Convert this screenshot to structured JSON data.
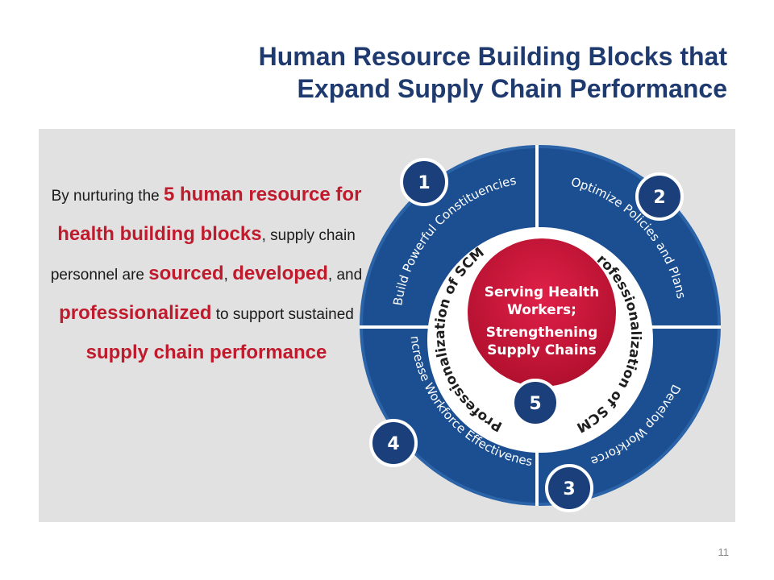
{
  "slide": {
    "title_line1": "Human Resource Building Blocks that",
    "title_line2": "Expand Supply Chain Performance",
    "page_number": "11"
  },
  "body": {
    "p1": "By nurturing the ",
    "h1": "5 human resource for health building blocks",
    "p2": ", supply chain personnel are ",
    "h2": "sourced",
    "p3": ", ",
    "h3": "developed",
    "p4": ", and ",
    "h4": "professionalized",
    "p5": " to support sustained ",
    "h5": "supply chain performance"
  },
  "diagram": {
    "segments": [
      {
        "number": "1",
        "label": "Build Powerful Constituencies"
      },
      {
        "number": "2",
        "label": "Optimize Policies and Plans"
      },
      {
        "number": "3",
        "label": "Develop Workforce"
      },
      {
        "number": "4",
        "label": "Increase Workforce Effectiveness"
      }
    ],
    "inner_ring_label": "Professionalization of SCM",
    "inner_number": "5",
    "hub_line1": "Serving Health",
    "hub_line2": "Workers;",
    "hub_line3": "Strengthening",
    "hub_line4": "Supply Chains"
  },
  "colors": {
    "title": "#1f3a6e",
    "highlight": "#c01a2d",
    "wheel_blue": "#1c4f91",
    "badge_blue": "#1a3f7a",
    "hub_red": "#c8163a",
    "panel": "#e1e1e1"
  }
}
